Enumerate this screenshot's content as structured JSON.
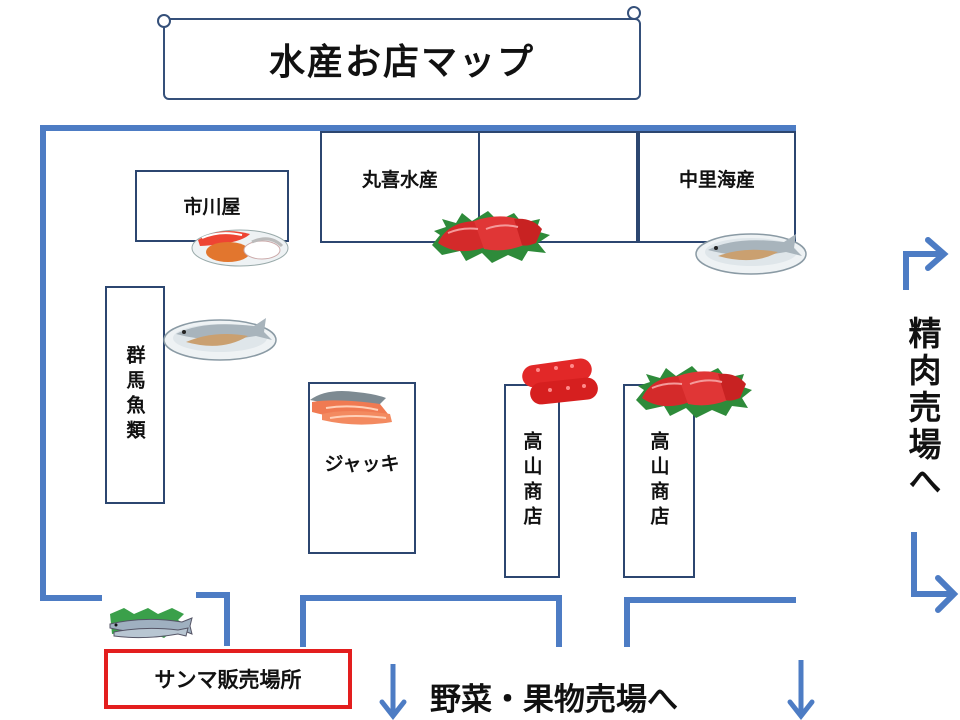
{
  "title": "水産お店マップ",
  "stores": {
    "ichikawaya": "市川屋",
    "maruki": "丸喜水産",
    "nakazato": "中里海産",
    "gunma": "群馬魚類",
    "jakki": "ジャッキ",
    "takayama_1": "高山商店",
    "takayama_2": "高山商店"
  },
  "directions": {
    "meat": "精肉売場へ",
    "produce": "野菜・果物売場へ"
  },
  "sanma": "サンマ販売場所",
  "colors": {
    "wall": "#4d7cc4",
    "store_border": "#2c4670",
    "highlight": "#e31e1e",
    "tuna": "#d42a2a",
    "garnish": "#2e8b3a"
  },
  "icons": [
    "sashimi-plate-icon",
    "tuna-sashimi-icon",
    "dried-fish-plate-icon",
    "salmon-slice-icon",
    "mentaiko-icon",
    "sanma-fish-icon",
    "arrow-right-icon",
    "arrow-down-icon"
  ]
}
